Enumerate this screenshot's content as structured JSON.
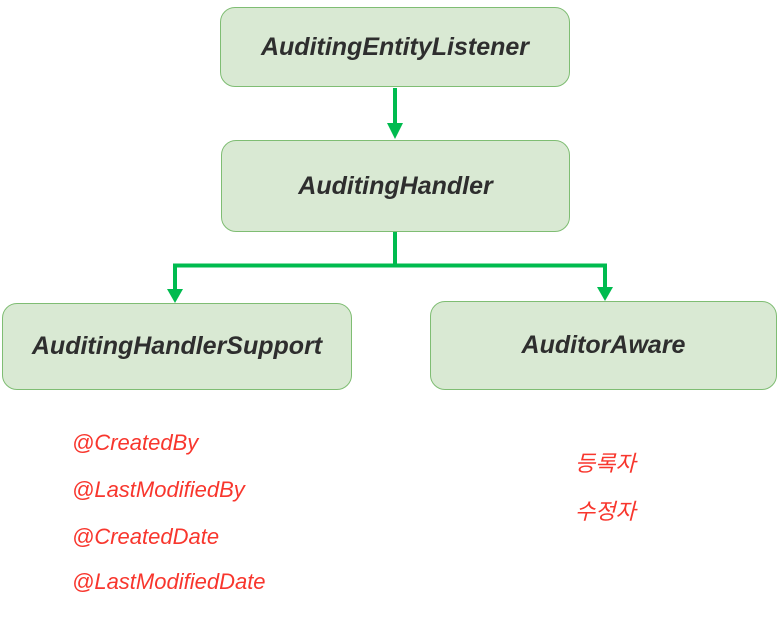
{
  "diagram": {
    "type": "flowchart",
    "nodes": [
      {
        "id": "auditing-entity-listener",
        "label": "AuditingEntityListener"
      },
      {
        "id": "auditing-handler",
        "label": "AuditingHandler"
      },
      {
        "id": "auditing-handler-support",
        "label": "AuditingHandlerSupport"
      },
      {
        "id": "auditor-aware",
        "label": "AuditorAware"
      }
    ],
    "edges": [
      {
        "from": "auditing-entity-listener",
        "to": "auditing-handler"
      },
      {
        "from": "auditing-handler",
        "to": "auditing-handler-support"
      },
      {
        "from": "auditing-handler",
        "to": "auditor-aware"
      }
    ],
    "annotations": {
      "left": [
        "@CreatedBy",
        "@LastModifiedBy",
        "@CreatedDate",
        "@LastModifiedDate"
      ],
      "right": [
        "등록자",
        "수정자"
      ]
    },
    "colors": {
      "node_fill": "#d9e9d3",
      "node_border": "#7fbd73",
      "node_text": "#2e2e2e",
      "arrow": "#00bb4f",
      "annotation_text": "#f8362d",
      "background": "#ffffff"
    }
  }
}
